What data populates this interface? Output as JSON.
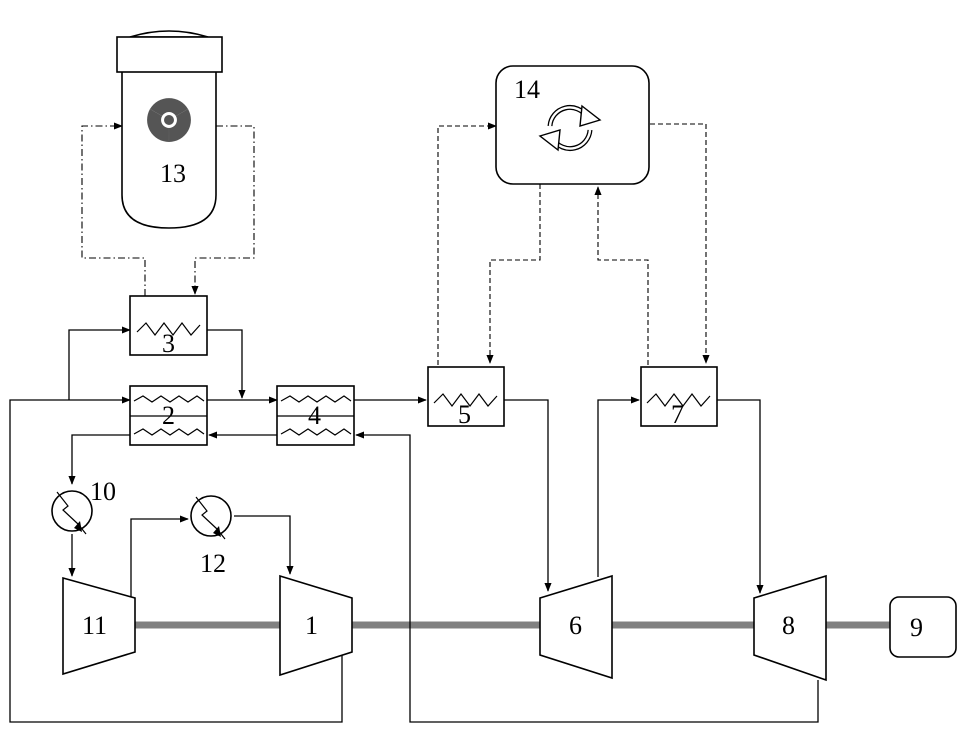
{
  "diagram": {
    "reactor": {
      "label": "13",
      "icon": "radiation-icon"
    },
    "controller": {
      "label": "14",
      "icon": "cycle-arrows-icon"
    },
    "heat_exchangers": [
      {
        "id": "hx-3",
        "label": "3"
      },
      {
        "id": "hx-2",
        "label": "2"
      },
      {
        "id": "hx-4",
        "label": "4"
      },
      {
        "id": "hx-5",
        "label": "5"
      },
      {
        "id": "hx-7",
        "label": "7"
      }
    ],
    "turbomachines": [
      {
        "id": "compressor-11",
        "label": "11"
      },
      {
        "id": "compressor-1",
        "label": "1"
      },
      {
        "id": "turbine-6",
        "label": "6"
      },
      {
        "id": "turbine-8",
        "label": "8"
      }
    ],
    "coolers": [
      {
        "id": "cooler-10",
        "label": "10"
      },
      {
        "id": "cooler-12",
        "label": "12"
      }
    ],
    "generator": {
      "label": "9"
    }
  }
}
